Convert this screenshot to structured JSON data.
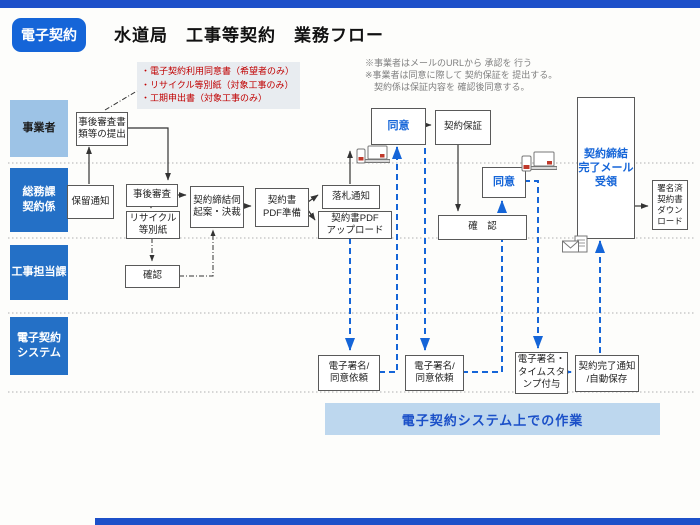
{
  "header": {
    "badge": "電子契約",
    "title": "水道局　工事等契約　業務フロー"
  },
  "notes": {
    "red": "・電子契約利用同意書（希望者のみ）\n・リサイクル等別紙（対象工事のみ）\n・工期申出書（対象工事のみ）",
    "gray": "※事業者はメールのURLから 承認を 行う\n※事業者は同意に際して 契約保証を 提出する。\n　契約係は保証内容を 確認後同意する。"
  },
  "lanes": [
    {
      "label": "事業者"
    },
    {
      "label": "総務課\n契約係"
    },
    {
      "label": "工事担当課"
    },
    {
      "label": "電子契約\nシステム"
    }
  ],
  "boxes": {
    "jigo_teishutsu": {
      "label": "事後審査書\n類等の提出"
    },
    "horyu": {
      "label": "保留通知"
    },
    "jigo_shinsa": {
      "label": "事後審査"
    },
    "recycle": {
      "label": "リサイクル\n等別紙"
    },
    "ukagai": {
      "label": "契約締結伺\n起案・決裁"
    },
    "pdf_junbi": {
      "label": "契約書\nPDF準備"
    },
    "rakusatsu": {
      "label": "落札通知"
    },
    "pdf_upload": {
      "label": "契約書PDF\nアップロード"
    },
    "kakunin_koji": {
      "label": "確認"
    },
    "doui1": {
      "label": "同意"
    },
    "keiyaku_hosho": {
      "label": "契約保証"
    },
    "doui2": {
      "label": "同意"
    },
    "kakunin_somu": {
      "label": "確　認"
    },
    "kanryo_mail": {
      "label": "契約締結\n完了メール\n受領"
    },
    "download": {
      "label": "署名済\n契約書\nダウン\nロード"
    },
    "sign_req1": {
      "label": "電子署名/\n同意依頼"
    },
    "sign_req2": {
      "label": "電子署名/\n同意依頼"
    },
    "timestamp": {
      "label": "電子署名・\nタイムスタ\nンプ付与"
    },
    "kanryo_tsuchi": {
      "label": "契約完了通知\n/自動保存"
    }
  },
  "banner": {
    "label": "電子契約システム上での作業"
  },
  "icons": [
    "laptop-phone-icon",
    "laptop-phone-icon",
    "mail-document-icon"
  ],
  "colors": {
    "top_bar": "#1d50c9",
    "badge_bg": "#1565d8",
    "lane_light": "#9dc3e6",
    "lane_dark": "#2470c6",
    "flow_blue": "#1565d8",
    "note_red": "#c00000",
    "note_gray": "#808080",
    "banner_bg": "#bdd7ee"
  }
}
